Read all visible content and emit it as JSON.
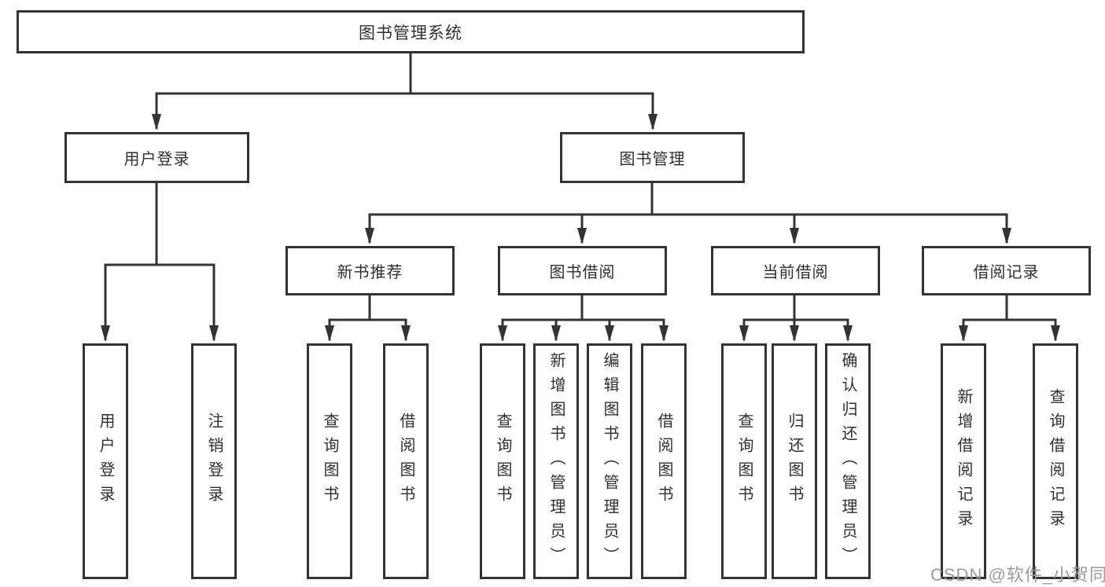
{
  "diagram": {
    "root": {
      "label": "图书管理系统"
    },
    "children": [
      {
        "label": "用户登录",
        "children": [
          {
            "label": "用户登录"
          },
          {
            "label": "注销登录"
          }
        ]
      },
      {
        "label": "图书管理",
        "children": [
          {
            "label": "新书推荐",
            "children": [
              {
                "label": "查询图书"
              },
              {
                "label": "借阅图书"
              }
            ]
          },
          {
            "label": "图书借阅",
            "children": [
              {
                "label": "查询图书"
              },
              {
                "label": "新增图书（管理员）"
              },
              {
                "label": "编辑图书（管理员）"
              },
              {
                "label": "借阅图书"
              }
            ]
          },
          {
            "label": "当前借阅",
            "children": [
              {
                "label": "查询图书"
              },
              {
                "label": "归还图书"
              },
              {
                "label": "确认归还（管理员）"
              }
            ]
          },
          {
            "label": "借阅记录",
            "children": [
              {
                "label": "新增借阅记录"
              },
              {
                "label": "查询借阅记录"
              }
            ]
          }
        ]
      }
    ]
  },
  "watermark": {
    "text": "CSDN @软件_小贺同学"
  },
  "colors": {
    "line": "#333333",
    "text": "#2f2f2f",
    "watermark": "#9b9b9b",
    "background": "#ffffff"
  }
}
